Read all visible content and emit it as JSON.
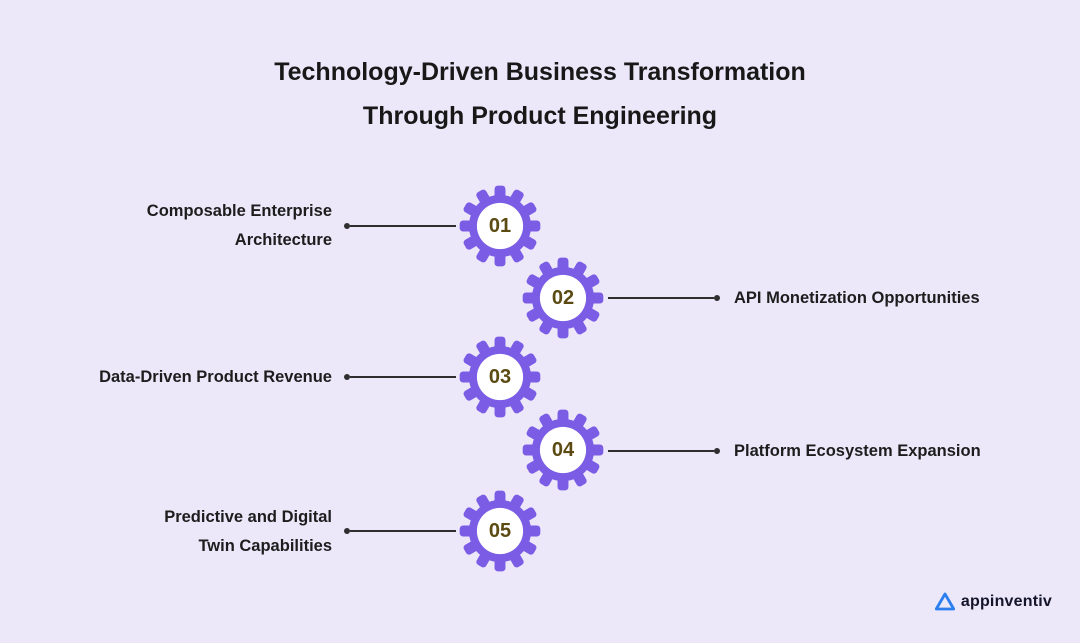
{
  "title": {
    "line1": "Technology-Driven Business Transformation",
    "line2": "Through Product Engineering"
  },
  "items": [
    {
      "number": "01",
      "label": "Composable Enterprise\nArchitecture",
      "side": "left"
    },
    {
      "number": "02",
      "label": "API Monetization Opportunities",
      "side": "right"
    },
    {
      "number": "03",
      "label": "Data-Driven Product Revenue",
      "side": "left"
    },
    {
      "number": "04",
      "label": "Platform Ecosystem Expansion",
      "side": "right"
    },
    {
      "number": "05",
      "label": "Predictive and Digital\nTwin Capabilities",
      "side": "left"
    }
  ],
  "logo": {
    "text": "appinventiv",
    "icon": "appinventiv-triangle-icon"
  },
  "colors": {
    "background": "#ECE8FA",
    "gear_purple": "#7B5CE5",
    "gear_center": "#FFFFFF",
    "number_text": "#5B4A12",
    "title_text": "#181818",
    "label_text": "#1D1D1D",
    "connector_line": "#2E2E2E",
    "logo_blue": "#2D7FF0",
    "logo_text": "#14142B"
  }
}
